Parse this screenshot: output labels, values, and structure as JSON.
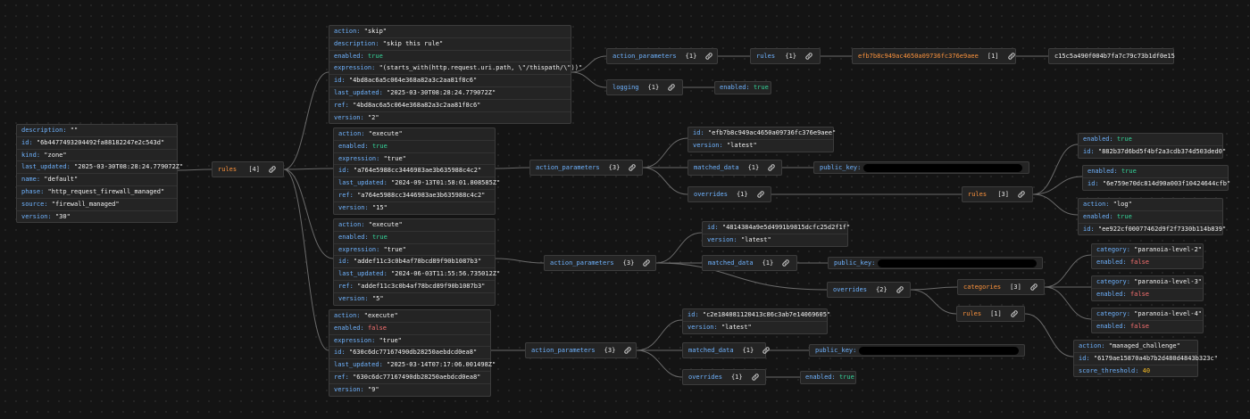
{
  "root": [
    {
      "k": "description",
      "v": "\"\"",
      "t": "s"
    },
    {
      "k": "id",
      "v": "\"6b4477493204492fa88182247e2c543d\"",
      "t": "s"
    },
    {
      "k": "kind",
      "v": "\"zone\"",
      "t": "s"
    },
    {
      "k": "last_updated",
      "v": "\"2025-03-30T08:28:24.779072Z\"",
      "t": "s"
    },
    {
      "k": "name",
      "v": "\"default\"",
      "t": "s"
    },
    {
      "k": "phase",
      "v": "\"http_request_firewall_managed\"",
      "t": "s"
    },
    {
      "k": "source",
      "v": "\"firewall_managed\"",
      "t": "s"
    },
    {
      "k": "version",
      "v": "\"30\"",
      "t": "s"
    }
  ],
  "rules": {
    "label": "rules",
    "count": "[4]"
  },
  "r1": [
    {
      "k": "action",
      "v": "\"skip\"",
      "t": "s"
    },
    {
      "k": "description",
      "v": "\"skip this rule\"",
      "t": "s"
    },
    {
      "k": "enabled",
      "v": "true",
      "t": "bt"
    },
    {
      "k": "expression",
      "v": "\"(starts_with(http.request.uri.path, \\\"/thispath/\\\"))\"",
      "t": "s"
    },
    {
      "k": "id",
      "v": "\"4bd8ac6a5c064e368a82a3c2aa81f8c6\"",
      "t": "s"
    },
    {
      "k": "last_updated",
      "v": "\"2025-03-30T08:28:24.779072Z\"",
      "t": "s"
    },
    {
      "k": "ref",
      "v": "\"4bd8ac6a5c064e368a82a3c2aa81f8c6\"",
      "t": "s"
    },
    {
      "k": "version",
      "v": "\"2\"",
      "t": "s"
    }
  ],
  "r1_ap": {
    "label": "action_parameters",
    "count": "{1}"
  },
  "r1_ap_rules": {
    "label": "rules",
    "count": "{1}"
  },
  "r1_ap_rules_key": {
    "label": "efb7b8c949ac4650a09736fc376e9aee",
    "count": "[1]"
  },
  "r1_ap_rules_val": {
    "text": "c15c5a490f004b7fa7c79c73b1df0e15"
  },
  "r1_logging": {
    "label": "logging",
    "count": "{1}"
  },
  "r1_logging_enabled": [
    {
      "k": "enabled",
      "v": "true",
      "t": "bt"
    }
  ],
  "r2": [
    {
      "k": "action",
      "v": "\"execute\"",
      "t": "s"
    },
    {
      "k": "enabled",
      "v": "true",
      "t": "bt"
    },
    {
      "k": "expression",
      "v": "\"true\"",
      "t": "s"
    },
    {
      "k": "id",
      "v": "\"a764e5988cc3446983ae3b635988c4c2\"",
      "t": "s"
    },
    {
      "k": "last_updated",
      "v": "\"2024-09-13T01:58:01.808585Z\"",
      "t": "s"
    },
    {
      "k": "ref",
      "v": "\"a764e5988cc3446983ae3b635988c4c2\"",
      "t": "s"
    },
    {
      "k": "version",
      "v": "\"15\"",
      "t": "s"
    }
  ],
  "r2_ap": {
    "label": "action_parameters",
    "count": "{3}"
  },
  "r2_ap_obj": [
    {
      "k": "id",
      "v": "\"efb7b8c949ac4650a09736fc376e9aee\"",
      "t": "s"
    },
    {
      "k": "version",
      "v": "\"latest\"",
      "t": "s"
    }
  ],
  "r2_md": {
    "label": "matched_data",
    "count": "{1}"
  },
  "r2_pk": {
    "k": "public_key"
  },
  "r2_ov": {
    "label": "overrides",
    "count": "{1}"
  },
  "r2_ov_rules": {
    "label": "rules",
    "count": "[3]"
  },
  "r2_or1": [
    {
      "k": "enabled",
      "v": "true",
      "t": "bt"
    },
    {
      "k": "id",
      "v": "\"882b37d6bd5f4bf2a3cdb374d503ded0\"",
      "t": "s"
    }
  ],
  "r2_or2": [
    {
      "k": "enabled",
      "v": "true",
      "t": "bt"
    },
    {
      "k": "id",
      "v": "\"6e759e70dc814d90a003f10424644cfb\"",
      "t": "s"
    }
  ],
  "r2_or3": [
    {
      "k": "action",
      "v": "\"log\"",
      "t": "s"
    },
    {
      "k": "enabled",
      "v": "true",
      "t": "bt"
    },
    {
      "k": "id",
      "v": "\"ee922cf00077462d9f2f7330b114b839\"",
      "t": "s"
    }
  ],
  "r3": [
    {
      "k": "action",
      "v": "\"execute\"",
      "t": "s"
    },
    {
      "k": "enabled",
      "v": "true",
      "t": "bt"
    },
    {
      "k": "expression",
      "v": "\"true\"",
      "t": "s"
    },
    {
      "k": "id",
      "v": "\"addef11c3c0b4af78bcd89f90b1087b3\"",
      "t": "s"
    },
    {
      "k": "last_updated",
      "v": "\"2024-06-03T11:55:56.735012Z\"",
      "t": "s"
    },
    {
      "k": "ref",
      "v": "\"addef11c3c0b4af78bcd89f90b1087b3\"",
      "t": "s"
    },
    {
      "k": "version",
      "v": "\"5\"",
      "t": "s"
    }
  ],
  "r3_ap": {
    "label": "action_parameters",
    "count": "{3}"
  },
  "r3_ap_obj": [
    {
      "k": "id",
      "v": "\"4814384a9e5d4991b9815dcfc25d2f1f\"",
      "t": "s"
    },
    {
      "k": "version",
      "v": "\"latest\"",
      "t": "s"
    }
  ],
  "r3_md": {
    "label": "matched_data",
    "count": "{1}"
  },
  "r3_pk": {
    "k": "public_key"
  },
  "r3_ov": {
    "label": "overrides",
    "count": "{2}"
  },
  "r3_cat": {
    "label": "categories",
    "count": "[3]"
  },
  "r3_c1": [
    {
      "k": "category",
      "v": "\"paranoia-level-2\"",
      "t": "s"
    },
    {
      "k": "enabled",
      "v": "false",
      "t": "bf"
    }
  ],
  "r3_c2": [
    {
      "k": "category",
      "v": "\"paranoia-level-3\"",
      "t": "s"
    },
    {
      "k": "enabled",
      "v": "false",
      "t": "bf"
    }
  ],
  "r3_c3": [
    {
      "k": "category",
      "v": "\"paranoia-level-4\"",
      "t": "s"
    },
    {
      "k": "enabled",
      "v": "false",
      "t": "bf"
    }
  ],
  "r3_rules": {
    "label": "rules",
    "count": "[1]"
  },
  "r3_rules_obj": [
    {
      "k": "action",
      "v": "\"managed_challenge\"",
      "t": "s"
    },
    {
      "k": "id",
      "v": "\"6179ae15870a4b7b2d480d4843b323c\"",
      "t": "s"
    },
    {
      "k": "score_threshold",
      "v": "40",
      "t": "num"
    }
  ],
  "r4": [
    {
      "k": "action",
      "v": "\"execute\"",
      "t": "s"
    },
    {
      "k": "enabled",
      "v": "false",
      "t": "bf"
    },
    {
      "k": "expression",
      "v": "\"true\"",
      "t": "s"
    },
    {
      "k": "id",
      "v": "\"630c6dc77167490db28250aebdcd0ea8\"",
      "t": "s"
    },
    {
      "k": "last_updated",
      "v": "\"2025-03-14T07:17:06.001498Z\"",
      "t": "s"
    },
    {
      "k": "ref",
      "v": "\"630c6dc77167490db28250aebdcd0ea8\"",
      "t": "s"
    },
    {
      "k": "version",
      "v": "\"9\"",
      "t": "s"
    }
  ],
  "r4_ap": {
    "label": "action_parameters",
    "count": "{3}"
  },
  "r4_ap_obj": [
    {
      "k": "id",
      "v": "\"c2e184081120413c86c3ab7e14069605\"",
      "t": "s"
    },
    {
      "k": "version",
      "v": "\"latest\"",
      "t": "s"
    }
  ],
  "r4_md": {
    "label": "matched_data",
    "count": "{1}"
  },
  "r4_pk": {
    "k": "public_key"
  },
  "r4_ov": {
    "label": "overrides",
    "count": "{1}"
  },
  "r4_ov_obj": [
    {
      "k": "enabled",
      "v": "true",
      "t": "bt"
    }
  ],
  "colors": {
    "key": "#6fb3ff",
    "true": "#34d399",
    "false": "#f87171",
    "number": "#fbbf24",
    "orange_key": "#fb923c"
  }
}
